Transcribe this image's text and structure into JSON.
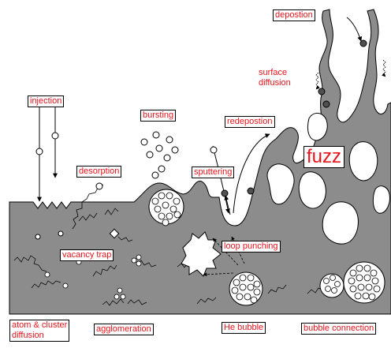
{
  "labels": {
    "deposition": "depostion",
    "surface_diffusion": "surface\ndiffusion",
    "injection": "injection",
    "bursting": "bursting",
    "redeposition": "redepostion",
    "desorption": "desorption",
    "sputtering": "sputtering",
    "fuzz": "fuzz",
    "loop_punching": "loop punching",
    "vacancy_trap": "vacancy trap",
    "atom_cluster_diffusion": "atom & cluster\ndiffusion",
    "agglomeration": "agglomeration",
    "he_bubble": "He bubble",
    "bubble_connection": "bubble connection"
  },
  "colors": {
    "surface_fill": "#8c8c8c",
    "label_text": "#e8141b",
    "particle_fill": "#ffffff",
    "atom_fill": "#505050"
  }
}
